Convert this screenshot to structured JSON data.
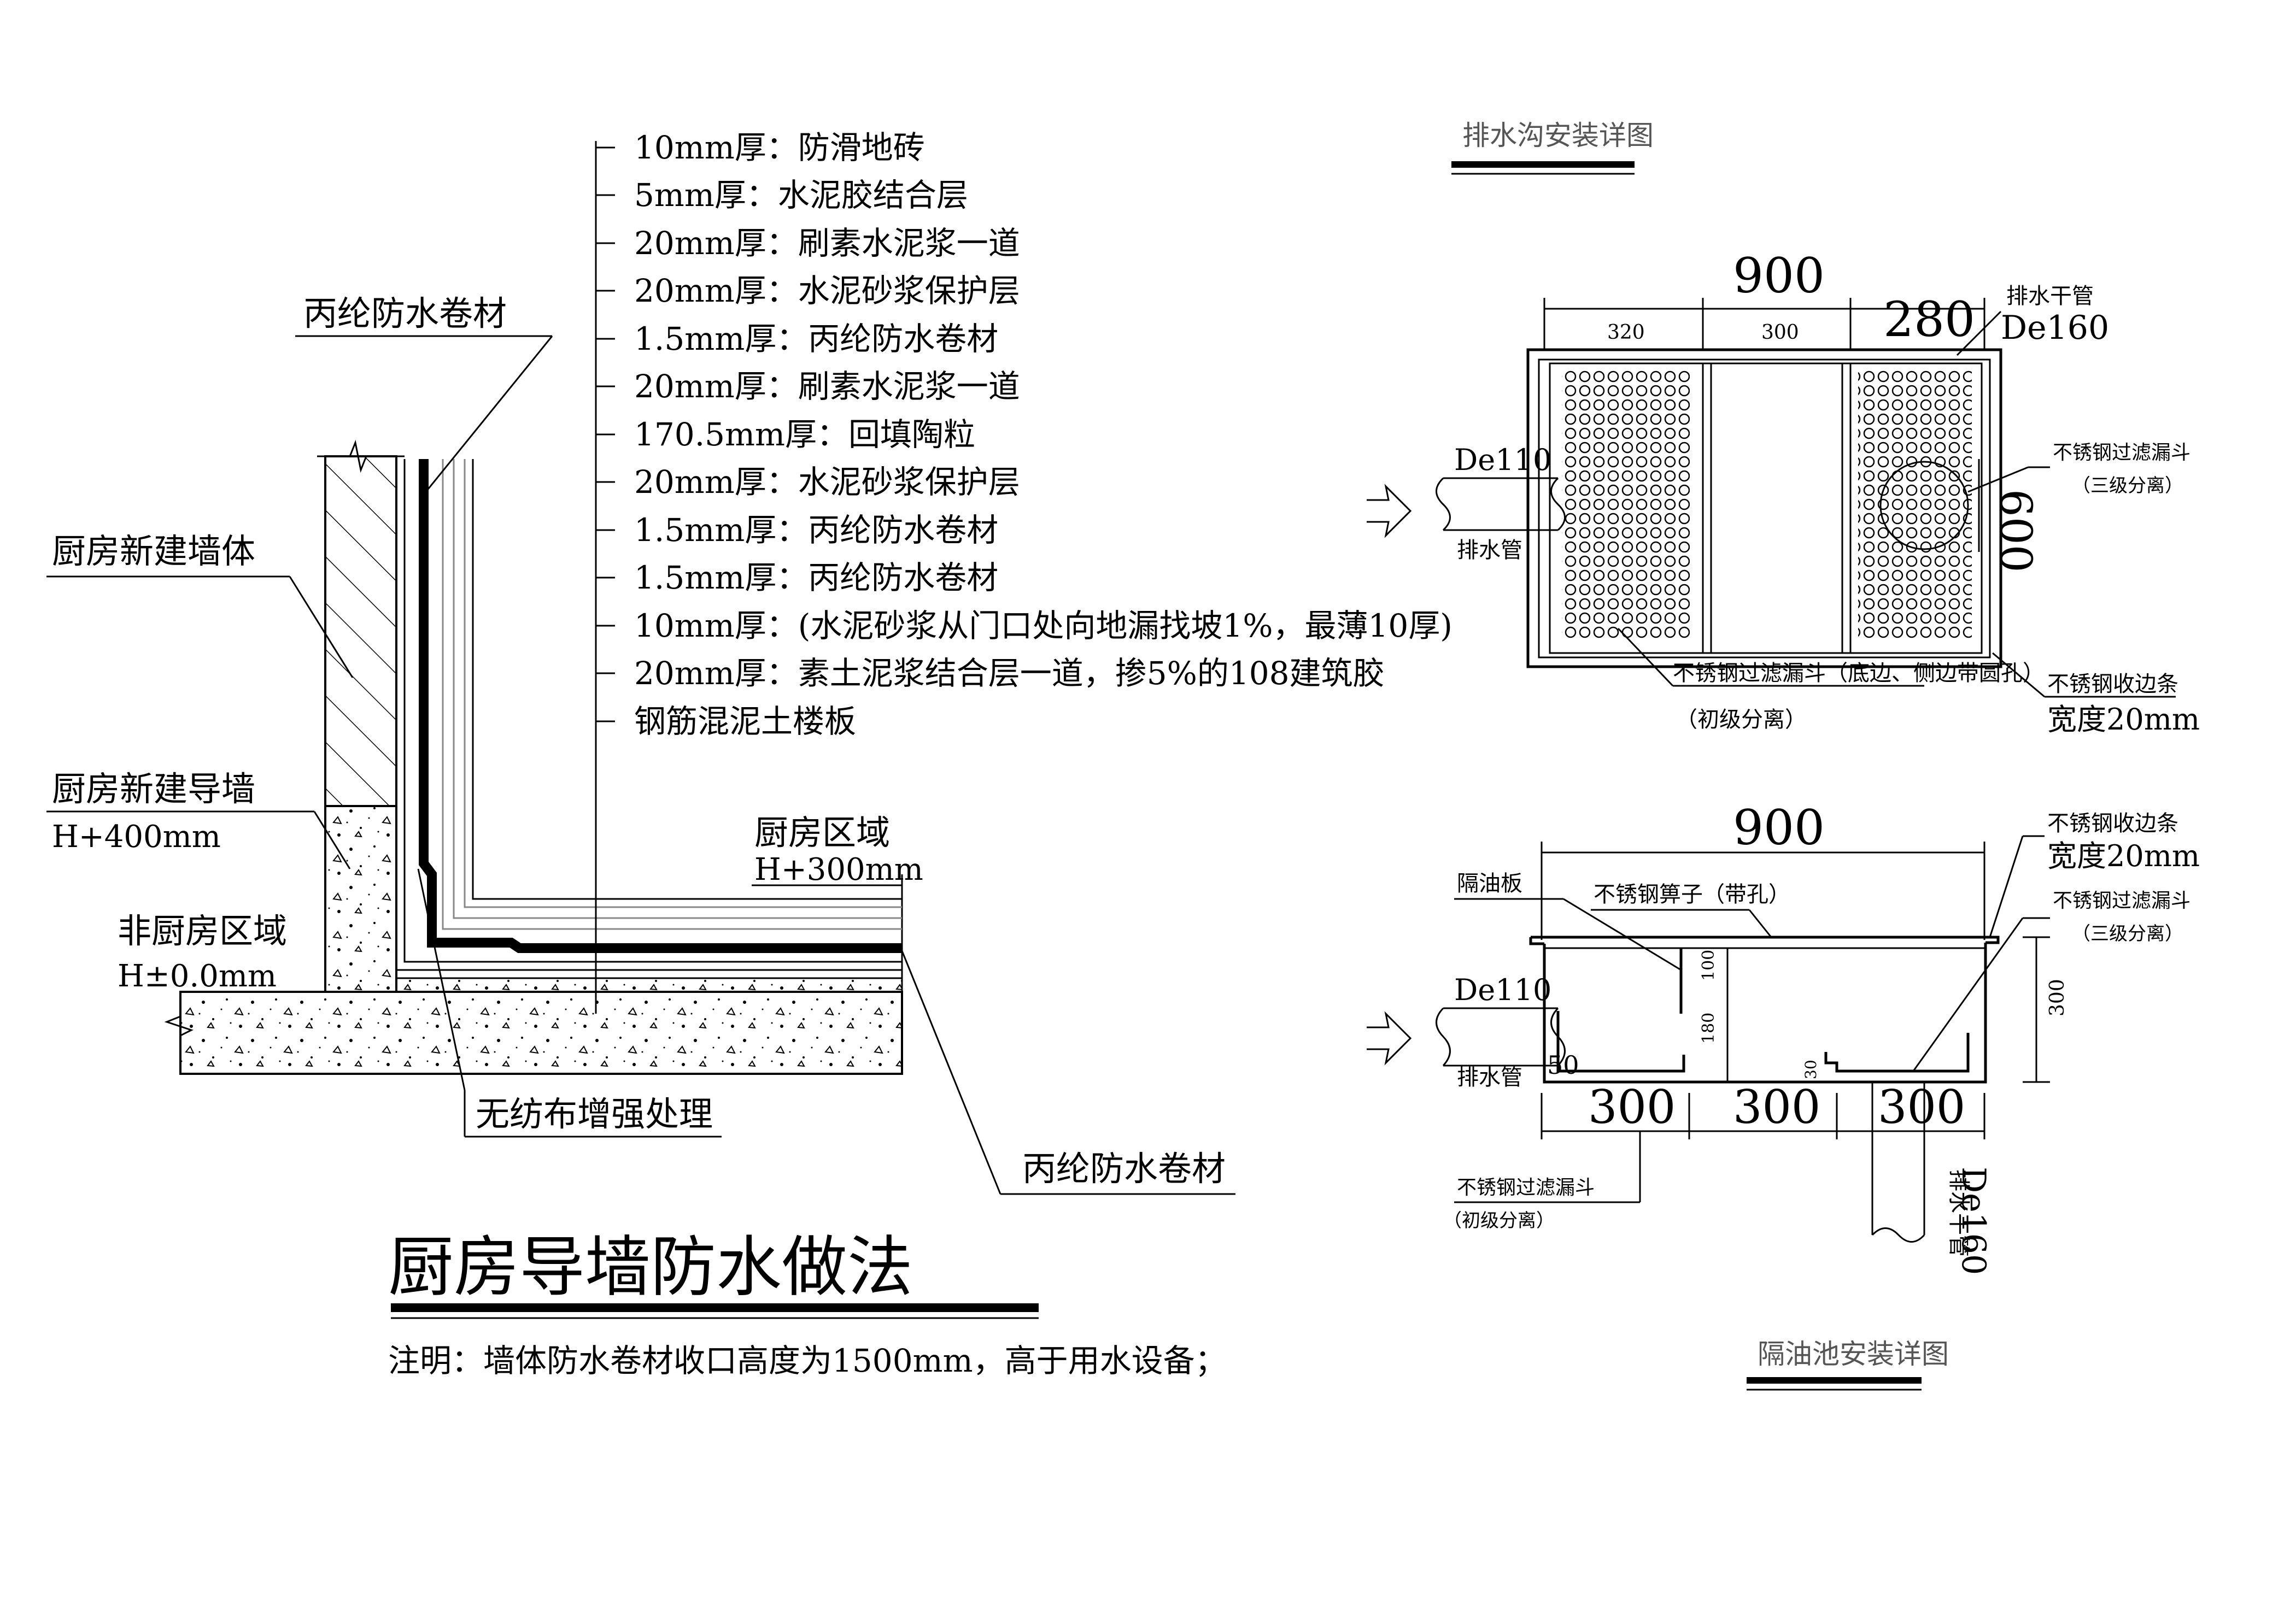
{
  "kitchen_wall": {
    "layers": [
      "10mm厚：防滑地砖",
      "5mm厚：水泥胶结合层",
      "20mm厚：刷素水泥浆一道",
      "20mm厚：水泥砂浆保护层",
      "1.5mm厚：丙纶防水卷材",
      "20mm厚：刷素水泥浆一道",
      "170.5mm厚：回填陶粒",
      "20mm厚：水泥砂浆保护层",
      "1.5mm厚：丙纶防水卷材",
      "1.5mm厚：丙纶防水卷材",
      "10mm厚：(水泥砂浆从门口处向地漏找坡1%，最薄10厚)",
      "20mm厚：素土泥浆结合层一道，掺5%的108建筑胶",
      "钢筋混泥土楼板"
    ],
    "label_membrane_top": "丙纶防水卷材",
    "label_new_wall": "厨房新建墙体",
    "label_guide_wall": "厨房新建导墙",
    "label_guide_wall_h": "H+400mm",
    "label_non_kitchen": "非厨房区域",
    "label_non_kitchen_h": "H±0.0mm",
    "label_kitchen": "厨房区域",
    "label_kitchen_h": "H+300mm",
    "label_nonwoven": "无纺布增强处理",
    "label_membrane_bottom": "丙纶防水卷材",
    "title": "厨房导墙防水做法",
    "note": "注明：墙体防水卷材收口高度为1500mm，高于用水设备；"
  },
  "drain_trench": {
    "title": "排水沟安装详图",
    "dim_total": "900",
    "dim_a": "320",
    "dim_b": "300",
    "dim_c": "280",
    "dim_height": "600",
    "main_pipe": "排水干管",
    "main_pipe_size": "De160",
    "inlet_size": "De110",
    "inlet_label": "排水管",
    "filter3": "不锈钢过滤漏斗",
    "filter3_sub": "（三级分离）",
    "filter1": "不锈钢过滤漏斗（底边、侧边带圆孔）",
    "filter1_sub": "（初级分离）",
    "edge_strip": "不锈钢收边条",
    "edge_strip_w": "宽度20mm"
  },
  "oil_trap": {
    "title": "隔油池安装详图",
    "dim_total": "900",
    "dim_a": "300",
    "dim_b": "300",
    "dim_c": "300",
    "dim_h100": "100",
    "dim_h180": "180",
    "dim_h30": "30",
    "dim_h50": "50",
    "dim_h300": "300",
    "label_baffle": "隔油板",
    "label_grate": "不锈钢箅子（带孔）",
    "edge_strip": "不锈钢收边条",
    "edge_strip_w": "宽度20mm",
    "filter3": "不锈钢过滤漏斗",
    "filter3_sub": "（三级分离）",
    "inlet_size": "De110",
    "inlet_label": "排水管",
    "filter1": "不锈钢过滤漏斗",
    "filter1_sub": "（初级分离）",
    "main_pipe": "排水干管",
    "main_pipe_size": "De160"
  }
}
